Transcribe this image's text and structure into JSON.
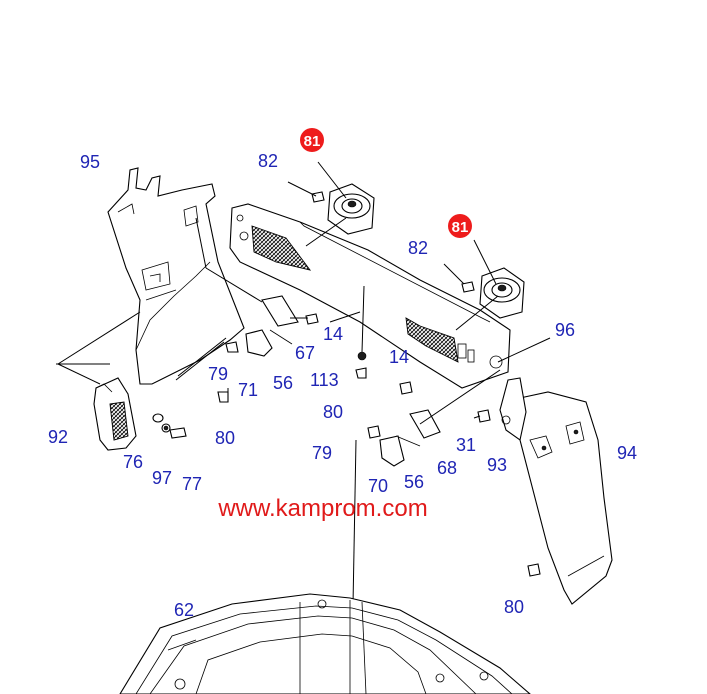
{
  "watermark": "www.kamprom.com",
  "highlight_color": "#ee1c1c",
  "label_color": "#1f25b4",
  "highlighted_parts": [
    "81",
    "81"
  ],
  "labels": [
    "95",
    "82",
    "82",
    "96",
    "14",
    "67",
    "14",
    "79",
    "71",
    "56",
    "113",
    "80",
    "92",
    "76",
    "97",
    "77",
    "80",
    "79",
    "70",
    "56",
    "68",
    "31",
    "93",
    "94",
    "80",
    "62"
  ]
}
